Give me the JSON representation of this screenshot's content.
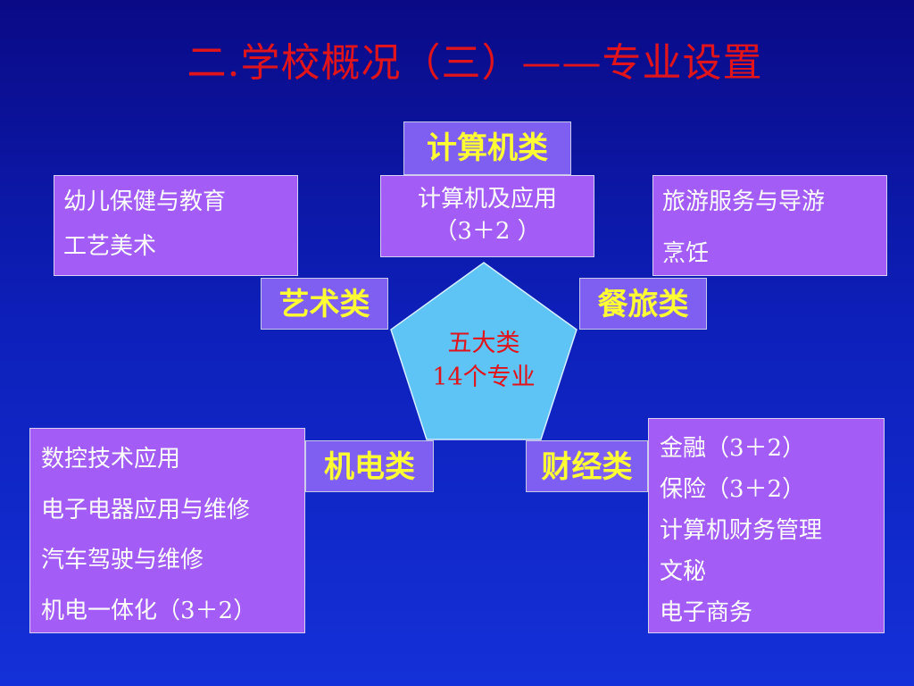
{
  "title": "二.学校概况（三）——专业设置",
  "center": {
    "line1": "五大类",
    "line2": "14个专业"
  },
  "categories": {
    "computer": "计算机类",
    "art": "艺术类",
    "tourism": "餐旅类",
    "mech": "机电类",
    "finance": "财经类"
  },
  "programs": {
    "computer": [
      "计算机及应用",
      "（3＋2 ）"
    ],
    "art": [
      "幼儿保健与教育",
      "工艺美术"
    ],
    "tourism": [
      "旅游服务与导游",
      "烹饪"
    ],
    "mech": [
      "数控技术应用",
      "电子电器应用与维修",
      "汽车驾驶与维修",
      "机电一体化（3＋2）"
    ],
    "finance": [
      "金融（3＋2）",
      "保险（3＋2）",
      "计算机财务管理",
      "文秘",
      "电子商务"
    ]
  },
  "colors": {
    "background": "#0d1fb8",
    "title": "#e0141a",
    "category_fill": "#7f5ff2",
    "category_text": "#ffff33",
    "box_fill": "#a35cf6",
    "pentagon_fill": "#5ec3f5"
  }
}
